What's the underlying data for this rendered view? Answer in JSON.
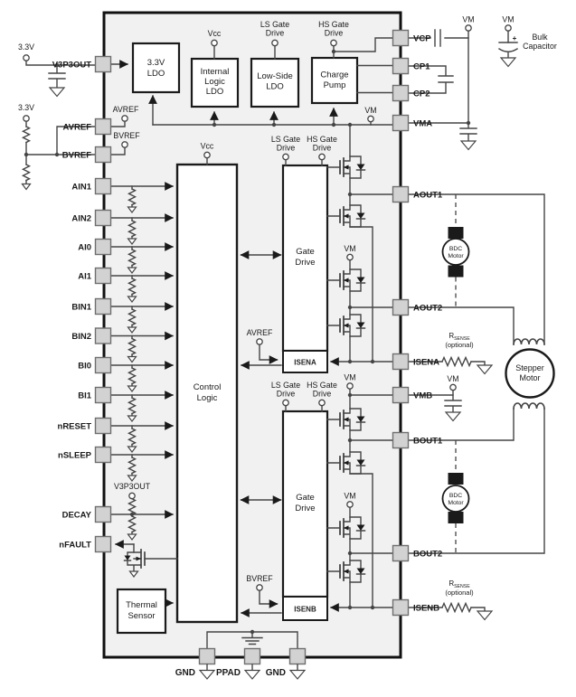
{
  "pins": {
    "left": [
      "V3P3OUT",
      "AVREF",
      "BVREF",
      "AIN1",
      "AIN2",
      "AI0",
      "AI1",
      "BIN1",
      "BIN2",
      "BI0",
      "BI1",
      "nRESET",
      "nSLEEP",
      "DECAY",
      "nFAULT"
    ],
    "right": [
      "VCP",
      "CP1",
      "CP2",
      "VMA",
      "AOUT1",
      "AOUT2",
      "ISENA",
      "VMB",
      "BOUT1",
      "BOUT2",
      "ISENB"
    ],
    "bottom": [
      "GND",
      "PPAD",
      "GND"
    ]
  },
  "blocks": {
    "ldo_3v3": [
      "3.3V",
      "LDO"
    ],
    "internal_logic_ldo": [
      "Internal",
      "Logic",
      "LDO"
    ],
    "low_side_ldo": [
      "Low-Side",
      "LDO"
    ],
    "charge_pump": [
      "Charge",
      "Pump"
    ],
    "control_logic": [
      "Control",
      "Logic"
    ],
    "gate_drive": [
      "Gate",
      "Drive"
    ],
    "isena": "ISENA",
    "isenb": "ISENB",
    "thermal_sensor": [
      "Thermal",
      "Sensor"
    ]
  },
  "terminals": {
    "vcc": "Vcc",
    "vm": "VM",
    "v33": "3.3V",
    "v3p3out": "V3P3OUT",
    "avref": "AVREF",
    "bvref": "BVREF",
    "ls_gate": [
      "LS Gate",
      "Drive"
    ],
    "hs_gate": [
      "HS Gate",
      "Drive"
    ]
  },
  "external": {
    "bulk_cap": [
      "Bulk",
      "Capacitor"
    ],
    "stepper": [
      "Stepper",
      "Motor"
    ],
    "bdc": [
      "BDC",
      "Motor"
    ],
    "rsense_r": "R",
    "rsense_sub": "SENSE",
    "rsense_opt": "(optional)",
    "plus": "+"
  },
  "colors": {
    "chip_fill": "#f1f1f1",
    "pin_fill": "#d2d2d2",
    "pin_border": "#6f6f6f",
    "wire": "#454545",
    "text": "#1a1a1a"
  }
}
